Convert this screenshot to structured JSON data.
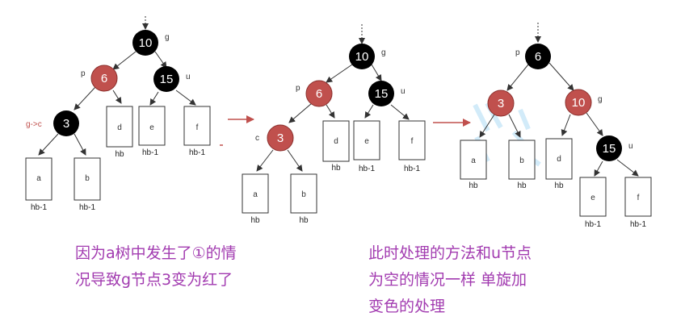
{
  "colors": {
    "black_node": "#000000",
    "red_node": "#c0504d",
    "edge": "#333333",
    "arrow": "#c0504d",
    "caption": "#a23bb0",
    "highlight": "#9fd3f0"
  },
  "diagram1": {
    "nodes": {
      "n10": "10",
      "n6": "6",
      "n15": "15",
      "n3": "3"
    },
    "tags": {
      "g": "g",
      "p": "p",
      "u": "u",
      "gc": "g->c"
    },
    "leaves": {
      "a": "a",
      "b": "b",
      "d": "d",
      "e": "e",
      "f": "f"
    },
    "sub": {
      "a": "hb-1",
      "b": "hb-1",
      "d": "hb",
      "e": "hb-1",
      "f": "hb-1"
    }
  },
  "diagram2": {
    "nodes": {
      "n10": "10",
      "n6": "6",
      "n15": "15",
      "n3": "3"
    },
    "tags": {
      "g": "g",
      "p": "p",
      "u": "u",
      "c": "c"
    },
    "leaves": {
      "a": "a",
      "b": "b",
      "d": "d",
      "e": "e",
      "f": "f"
    },
    "sub": {
      "a": "hb",
      "b": "hb",
      "d": "hb",
      "e": "hb-1",
      "f": "hb-1"
    }
  },
  "diagram3": {
    "nodes": {
      "n6": "6",
      "n3": "3",
      "n10": "10",
      "n15": "15"
    },
    "tags": {
      "p": "p",
      "g": "g",
      "u": "u"
    },
    "leaves": {
      "a": "a",
      "b": "b",
      "d": "d",
      "e": "e",
      "f": "f"
    },
    "sub": {
      "a": "hb",
      "b": "hb",
      "d": "hb",
      "e": "hb-1",
      "f": "hb-1"
    }
  },
  "captions": {
    "left": [
      "因为a树中发生了①的情",
      "况导致g节点3变为红了"
    ],
    "right": [
      "此时处理的方法和u节点",
      "为空的情况一样 单旋加",
      "变色的处理"
    ]
  }
}
